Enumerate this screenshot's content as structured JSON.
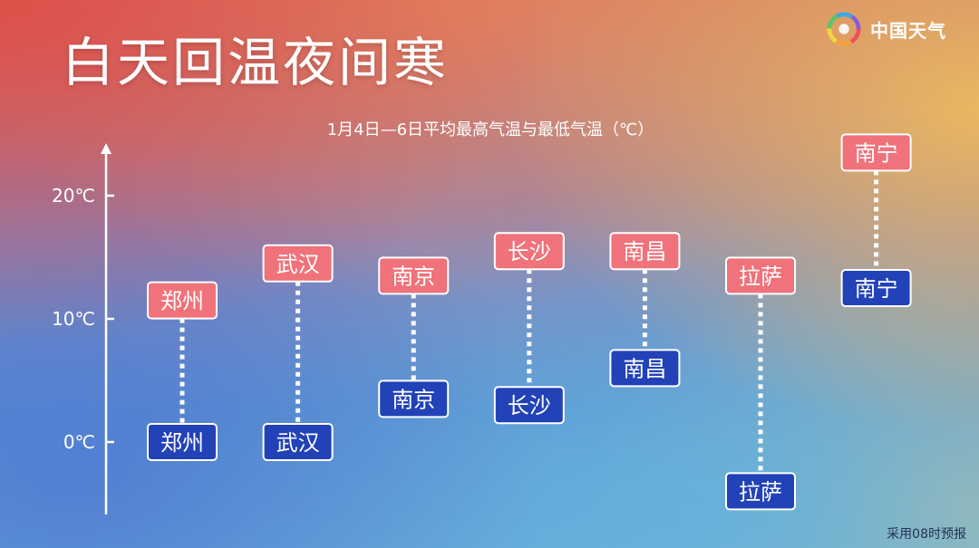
{
  "header": {
    "title": "白天回温夜间寒",
    "subtitle": "1月4日—6日平均最高气温与最低气温（℃）",
    "logo_text": "中国天气",
    "logo_icon": "spiral-rainbow-icon"
  },
  "footnote": "采用08时预报",
  "colors": {
    "high_fill": "#f0727a",
    "low_fill": "#2242b8",
    "connector": "#ffffff"
  },
  "chart_data": {
    "type": "range",
    "title": "1月4日—6日平均最高气温与最低气温（℃）",
    "y_unit": "℃",
    "yticks": [
      "0℃",
      "10℃",
      "20℃"
    ],
    "ytick_values": [
      0,
      10,
      20
    ],
    "ylim": [
      -6,
      24
    ],
    "grid": false,
    "categories": [
      "郑州",
      "武汉",
      "南京",
      "长沙",
      "南昌",
      "拉萨",
      "南宁"
    ],
    "series": [
      {
        "values_high": [
          11.5,
          14.5,
          13.5,
          15.5,
          15.5,
          13.5,
          23.5
        ]
      },
      {
        "values_low": [
          0,
          0,
          3.5,
          3,
          6,
          -4,
          12.5
        ]
      }
    ]
  }
}
